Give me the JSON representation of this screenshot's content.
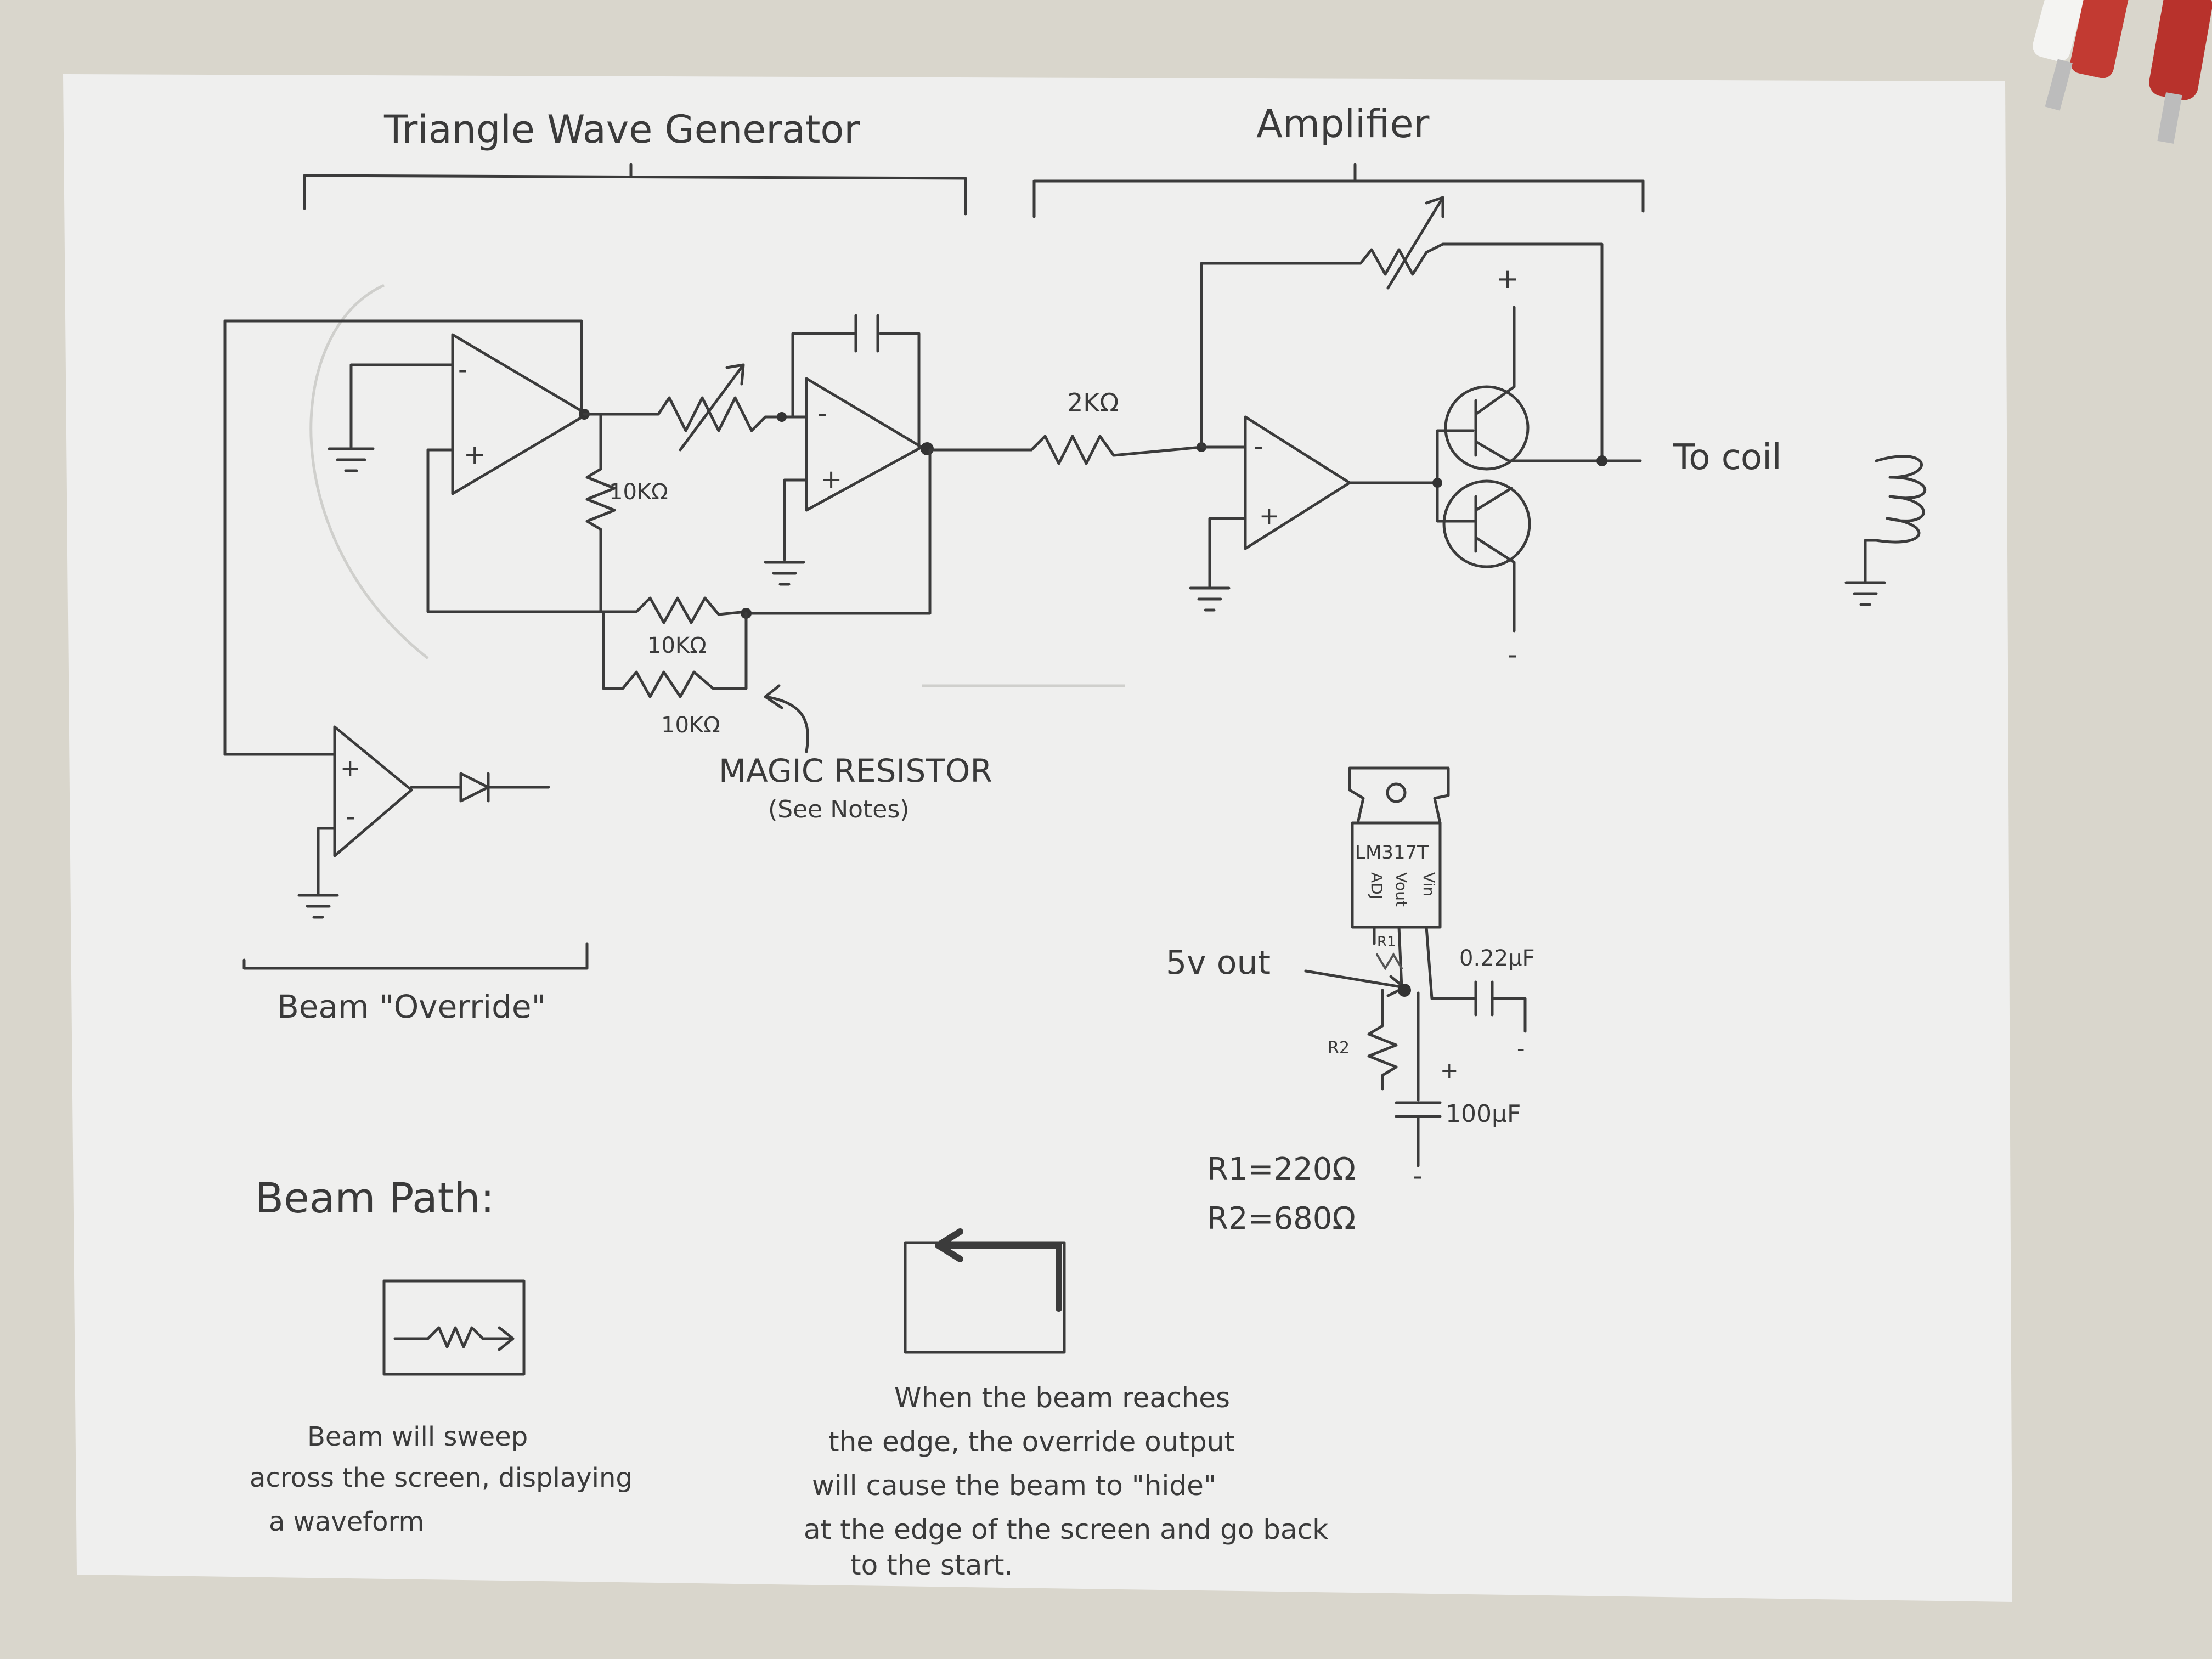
{
  "sections": {
    "triangle": "Triangle Wave Generator",
    "amplifier": "Amplifier",
    "override": "Beam \"Override\""
  },
  "labels": {
    "r_fb": "10KΩ",
    "r_bottom": "10KΩ",
    "r_magic": "10KΩ",
    "r_amp": "2KΩ",
    "magic_resistor": "MAGIC RESISTOR",
    "see_notes": "(See Notes)",
    "to_coil": "To coil",
    "plus": "+",
    "minus": "-"
  },
  "regulator": {
    "part": "LM317T",
    "pin_adj": "ADJ",
    "pin_vout": "Vout",
    "pin_vin": "Vin",
    "r1_tag": "R1",
    "r2_tag": "R2",
    "out_label": "5v out",
    "cap1": "0.22μF",
    "cap2": "100μF",
    "r1_value": "R1=220Ω",
    "r2_value": "R2=680Ω"
  },
  "notes": {
    "beam_path": "Beam Path:",
    "sweep": [
      "Beam will sweep",
      "across the screen, displaying",
      "a waveform"
    ],
    "return": [
      "When the beam reaches",
      "the edge, the override output",
      "will cause the beam to \"hide\"",
      "at the edge of the screen and go back",
      "to the start."
    ]
  },
  "colors": {
    "paper": "#efefee",
    "ink": "#3b3b3b",
    "table": "#d9d6cc"
  }
}
